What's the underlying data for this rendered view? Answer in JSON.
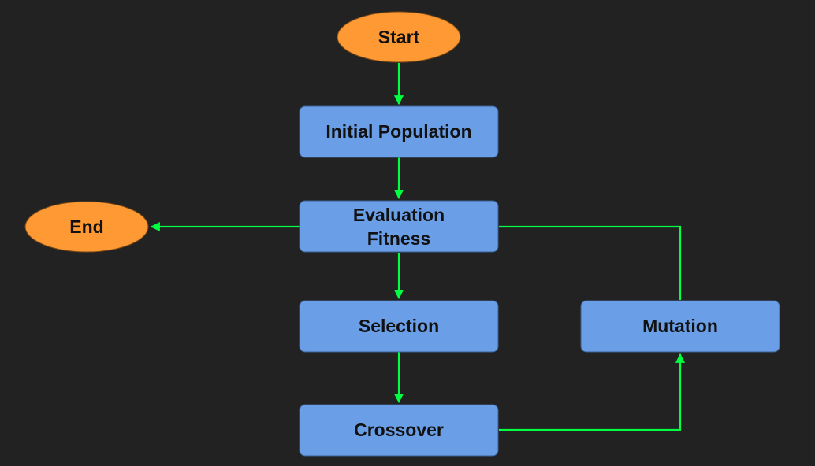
{
  "nodes": {
    "start": {
      "label": "Start"
    },
    "initial_population": {
      "label": "Initial Population"
    },
    "evaluation_fitness": {
      "line1": "Evaluation",
      "line2": "Fitness"
    },
    "end": {
      "label": "End"
    },
    "selection": {
      "label": "Selection"
    },
    "crossover": {
      "label": "Crossover"
    },
    "mutation": {
      "label": "Mutation"
    }
  },
  "edges": [
    {
      "from": "start",
      "to": "initial_population"
    },
    {
      "from": "initial_population",
      "to": "evaluation_fitness"
    },
    {
      "from": "evaluation_fitness",
      "to": "end"
    },
    {
      "from": "evaluation_fitness",
      "to": "selection"
    },
    {
      "from": "selection",
      "to": "crossover"
    },
    {
      "from": "crossover",
      "to": "mutation"
    },
    {
      "from": "mutation",
      "to": "evaluation_fitness"
    }
  ],
  "colors": {
    "background": "#222222",
    "terminal_fill": "#ff9933",
    "process_fill": "#6a9ee6",
    "edge": "#00ff40",
    "text": "#111111"
  }
}
